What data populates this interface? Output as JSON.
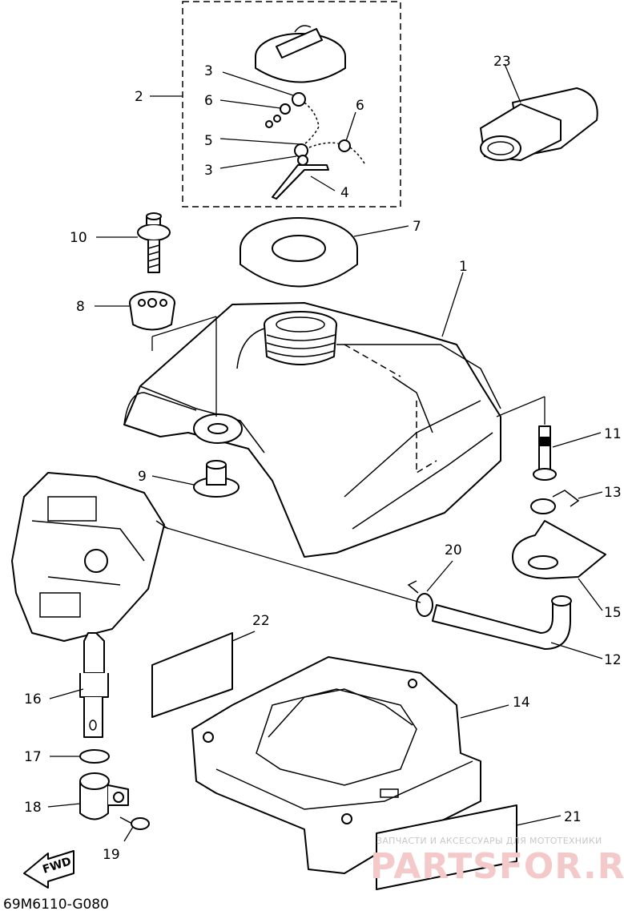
{
  "diagram": {
    "drawing_code": "69M6110-G080",
    "direction_label": "FWD",
    "watermark": {
      "small_text": "ЗАПЧАСТИ И АКСЕССУАРЫ ДЛЯ МОТОТЕХНИКИ",
      "logo_text": "PARTSFOR.RU"
    },
    "callouts": [
      {
        "id": "c1",
        "label": "1"
      },
      {
        "id": "c2",
        "label": "2"
      },
      {
        "id": "c3a",
        "label": "3"
      },
      {
        "id": "c3b",
        "label": "3"
      },
      {
        "id": "c4",
        "label": "4"
      },
      {
        "id": "c5",
        "label": "5"
      },
      {
        "id": "c6a",
        "label": "6"
      },
      {
        "id": "c6b",
        "label": "6"
      },
      {
        "id": "c7",
        "label": "7"
      },
      {
        "id": "c8",
        "label": "8"
      },
      {
        "id": "c9",
        "label": "9"
      },
      {
        "id": "c10",
        "label": "10"
      },
      {
        "id": "c11",
        "label": "11"
      },
      {
        "id": "c12",
        "label": "12"
      },
      {
        "id": "c13",
        "label": "13"
      },
      {
        "id": "c14",
        "label": "14"
      },
      {
        "id": "c15",
        "label": "15"
      },
      {
        "id": "c16",
        "label": "16"
      },
      {
        "id": "c17",
        "label": "17"
      },
      {
        "id": "c18",
        "label": "18"
      },
      {
        "id": "c19",
        "label": "19"
      },
      {
        "id": "c20",
        "label": "20"
      },
      {
        "id": "c21",
        "label": "21"
      },
      {
        "id": "c22",
        "label": "22"
      },
      {
        "id": "c23",
        "label": "23"
      }
    ]
  }
}
